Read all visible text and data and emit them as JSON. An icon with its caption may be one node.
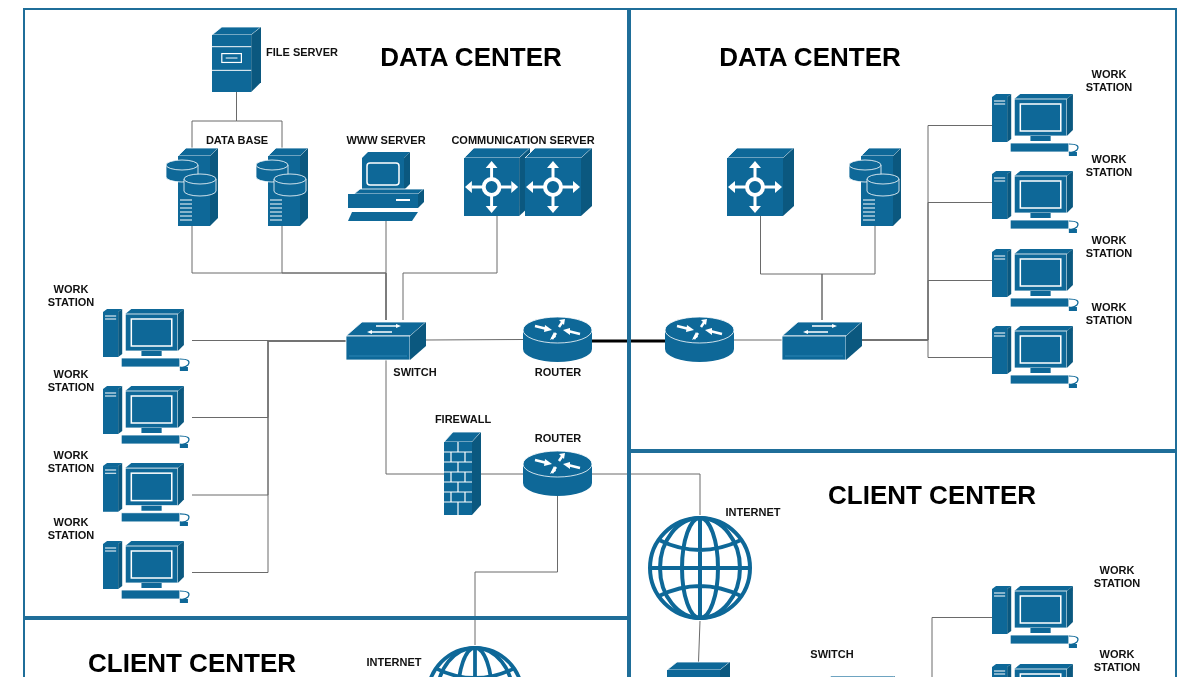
{
  "diagram": {
    "nodes": [
      {
        "text": [
          "DATA CENTER"
        ]
      },
      {
        "text": [
          "DATA CENTER"
        ]
      },
      {
        "text": [
          "CLIENT CENTER"
        ]
      },
      {
        "text": [
          "CLIENT CENTER"
        ]
      },
      {
        "text": [
          "FILE SERVER"
        ],
        "in": 0
      },
      {
        "text": [],
        "shape": "picture",
        "in": 0
      },
      {
        "text": [],
        "shape": "picture",
        "in": 0
      },
      {
        "text": [
          "WWW SERVER"
        ],
        "in": 0
      },
      {
        "text": [],
        "shape": "picture",
        "in": 0
      },
      {
        "text": [],
        "shape": "picture",
        "in": 0
      },
      {
        "text": [
          "SWITCH"
        ],
        "in": 0
      },
      {
        "text": [
          "ROUTER"
        ],
        "in": 0
      },
      {
        "text": [
          "WORK STATION"
        ],
        "in": 0
      },
      {
        "text": [
          "WORK STATION"
        ],
        "in": 0
      },
      {
        "text": [
          "WORK STATION"
        ],
        "in": 0
      },
      {
        "text": [
          "WORK STATION"
        ],
        "in": 0
      },
      {
        "text": [
          "FIREWALL"
        ],
        "in": 0
      },
      {
        "text": [
          "ROUTER"
        ],
        "in": 0
      },
      {
        "text": [],
        "shape": "picture",
        "in": 1
      },
      {
        "text": [],
        "shape": "picture",
        "in": 1
      },
      {
        "text": [],
        "shape": "picture",
        "in": 1
      },
      {
        "text": [],
        "shape": "picture",
        "in": 1
      },
      {
        "text": [
          "WORK STATION"
        ],
        "in": 1
      },
      {
        "text": [
          "WORK STATION"
        ],
        "in": 1
      },
      {
        "text": [
          "WORK STATION"
        ],
        "in": 1
      },
      {
        "text": [
          "WORK STATION"
        ],
        "in": 1
      },
      {
        "text": [
          "INTERNET"
        ],
        "in": 2
      },
      {
        "text": [],
        "shape": "box",
        "in": 2
      },
      {
        "text": [
          "SWITCH"
        ],
        "in": 2
      },
      {
        "text": [
          "WORK STATION"
        ],
        "in": 2
      },
      {
        "text": [
          "WORK STATION"
        ],
        "in": 2
      },
      {
        "text": [
          "INTERNET"
        ],
        "in": 3
      }
    ],
    "edges": [
      {
        "from": 4,
        "to": 5,
        "arrow": "none"
      },
      {
        "from": 4,
        "to": 6,
        "arrow": "none"
      },
      {
        "from": 5,
        "to": 10,
        "arrow": "none"
      },
      {
        "from": 6,
        "to": 10,
        "arrow": "none"
      },
      {
        "from": 7,
        "to": 10,
        "arrow": "none"
      },
      {
        "from": 8,
        "to": 10,
        "arrow": "none"
      },
      {
        "from": 10,
        "to": 11,
        "arrow": "none"
      },
      {
        "from": 12,
        "to": 10,
        "arrow": "none"
      },
      {
        "from": 13,
        "to": 10,
        "arrow": "none"
      },
      {
        "from": 14,
        "to": 10,
        "arrow": "none"
      },
      {
        "from": 15,
        "to": 10,
        "arrow": "none"
      },
      {
        "from": 10,
        "to": 16,
        "arrow": "none"
      },
      {
        "from": 16,
        "to": 17,
        "arrow": "none"
      },
      {
        "from": 11,
        "to": 18,
        "arrow": "none",
        "style": "thick",
        "color": "#000000"
      },
      {
        "from": 17,
        "to": 26,
        "arrow": "none"
      },
      {
        "from": 17,
        "to": 31,
        "arrow": "none"
      },
      {
        "from": 18,
        "to": 19,
        "arrow": "none"
      },
      {
        "from": 20,
        "to": 19,
        "arrow": "none"
      },
      {
        "from": 21,
        "to": 19,
        "arrow": "none"
      },
      {
        "from": 19,
        "to": 22,
        "arrow": "none"
      },
      {
        "from": 19,
        "to": 23,
        "arrow": "none"
      },
      {
        "from": 19,
        "to": 24,
        "arrow": "none"
      },
      {
        "from": 19,
        "to": 25,
        "arrow": "none"
      },
      {
        "from": 26,
        "to": 27,
        "arrow": "none"
      },
      {
        "from": 29,
        "to": 28,
        "arrow": "none"
      }
    ],
    "labels": [
      "DATA BASE",
      "COMMUNICATION SERVER"
    ]
  }
}
